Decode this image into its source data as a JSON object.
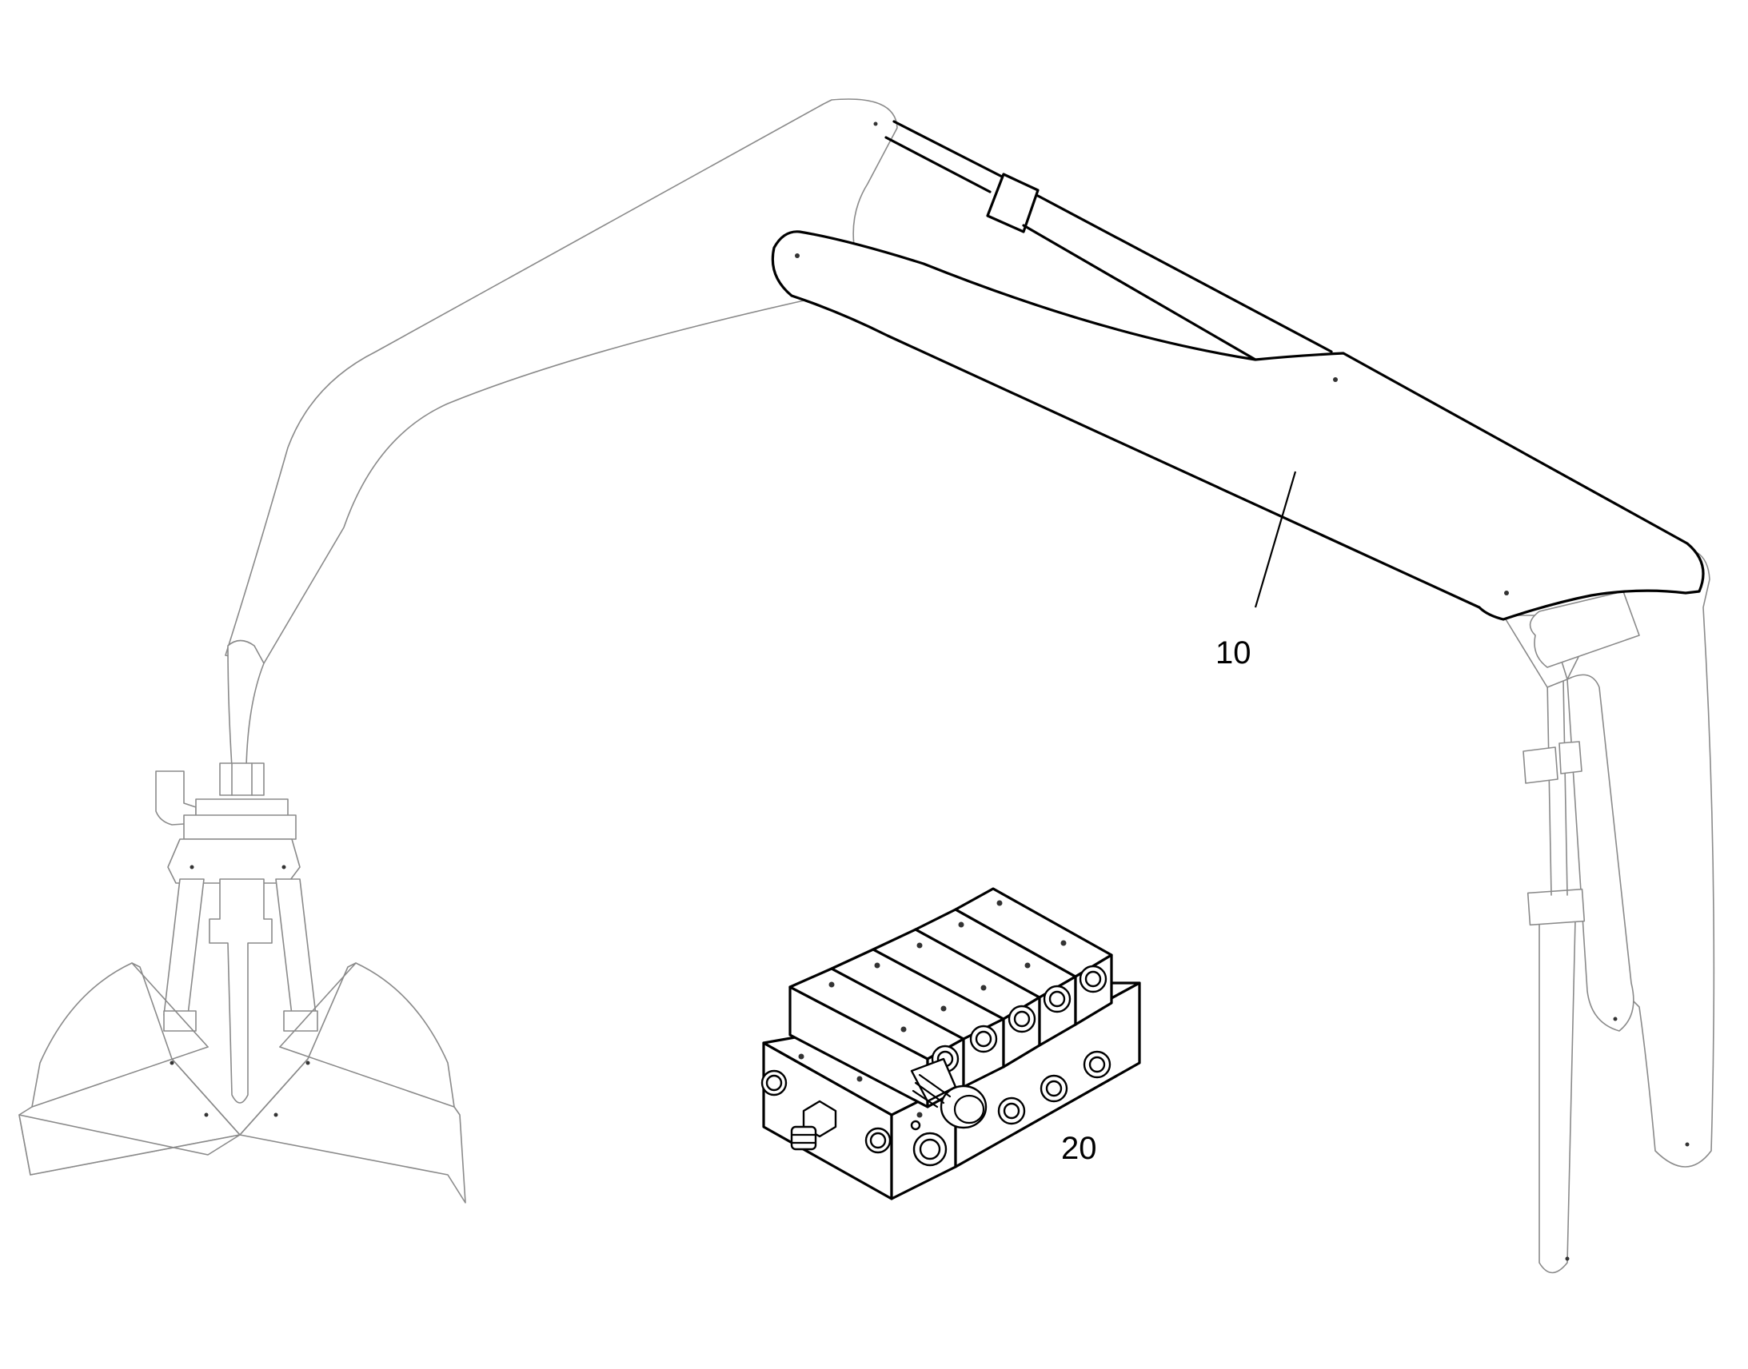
{
  "callouts": [
    {
      "id": "10",
      "label": "10"
    },
    {
      "id": "20",
      "label": "20"
    }
  ],
  "colors": {
    "ghost_line": "#8a8a8a",
    "highlight_line": "#000000",
    "background": "#ffffff"
  }
}
